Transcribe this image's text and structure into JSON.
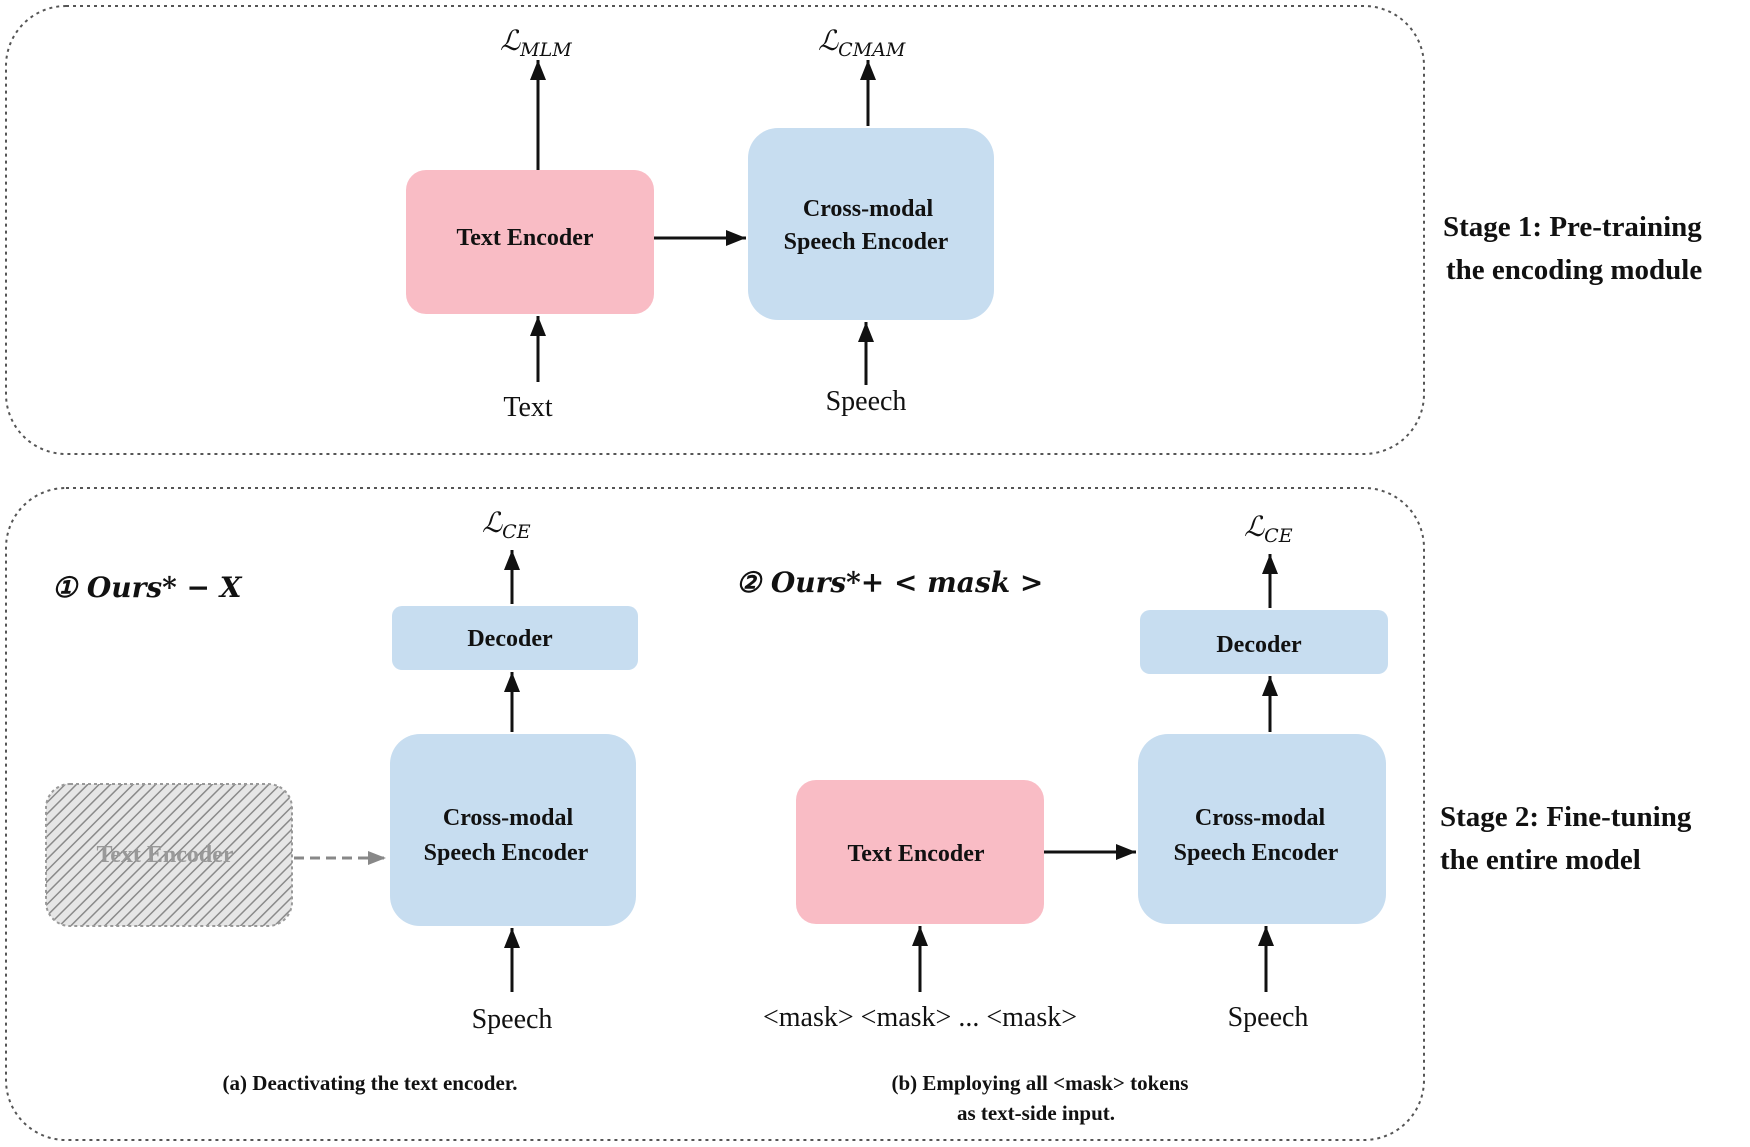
{
  "stage1": {
    "label_line1": "Stage 1: Pre-training",
    "label_line2": "the encoding module",
    "text_encoder": "Text Encoder",
    "cross_modal_line1": "Cross-modal",
    "cross_modal_line2": "Speech Encoder",
    "input_text": "Text",
    "input_speech": "Speech",
    "loss_mlm": "ℒ",
    "loss_mlm_sub": "MLM",
    "loss_cmam": "ℒ",
    "loss_cmam_sub": "CMAM"
  },
  "stage2": {
    "label_line1": "Stage 2: Fine-tuning",
    "label_line2": "the entire model",
    "variant_a": "① Ours* − X",
    "variant_b": "② Ours*+ < mask >",
    "a": {
      "text_encoder_deactivated": "Text Encoder",
      "decoder": "Decoder",
      "cross_modal_line1": "Cross-modal",
      "cross_modal_line2": "Speech Encoder",
      "input_speech": "Speech",
      "loss": "ℒ",
      "loss_sub": "CE",
      "caption": "(a) Deactivating the text encoder."
    },
    "b": {
      "text_encoder": "Text Encoder",
      "decoder": "Decoder",
      "cross_modal_line1": "Cross-modal",
      "cross_modal_line2": "Speech Encoder",
      "input_mask": "<mask> <mask> ... <mask>",
      "input_speech": "Speech",
      "loss": "ℒ",
      "loss_sub": "CE",
      "caption_line1": "(b) Employing all <mask> tokens",
      "caption_line2": "as text-side input."
    }
  },
  "colors": {
    "text_encoder": "#f9bcc5",
    "speech_encoder": "#c7ddf0",
    "frame": "#555555",
    "hatch": "#8a8a8a"
  }
}
